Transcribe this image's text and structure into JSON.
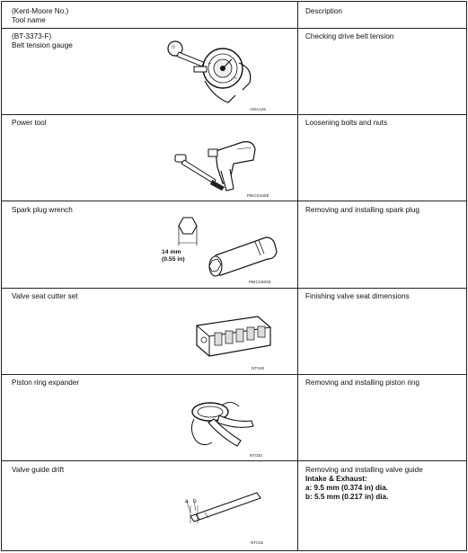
{
  "header": {
    "tool_col": "(Kent-Moore No.)\nTool name",
    "desc_col": "Description"
  },
  "rows": [
    {
      "tool": "(BT-3373-F)\nBelt tension gauge",
      "description": "Checking drive belt tension",
      "figure_code": "AMA126"
    },
    {
      "tool": "Power tool",
      "description": "Loosening bolts and nuts",
      "figure_code": "PBIC0190E"
    },
    {
      "tool": "Spark plug wrench",
      "description": "Removing and installing spark plug",
      "figure_code": "PBIC2582E",
      "figure_label": "14 mm\n(0.55 in)"
    },
    {
      "tool": "Valve seat cutter set",
      "description": "Finishing valve seat dimensions",
      "figure_code": "NT048"
    },
    {
      "tool": "Piston ring expander",
      "description": "Removing and installing piston ring",
      "figure_code": "NT030"
    },
    {
      "tool": "Valve guide drift",
      "description": "Removing and installing valve guide",
      "description_detail": "Intake & Exhaust:\na: 9.5 mm (0.374 in) dia.\nb: 5.5 mm (0.217 in) dia.",
      "figure_code": "NT015",
      "figure_label_a": "a",
      "figure_label_b": "b"
    }
  ]
}
